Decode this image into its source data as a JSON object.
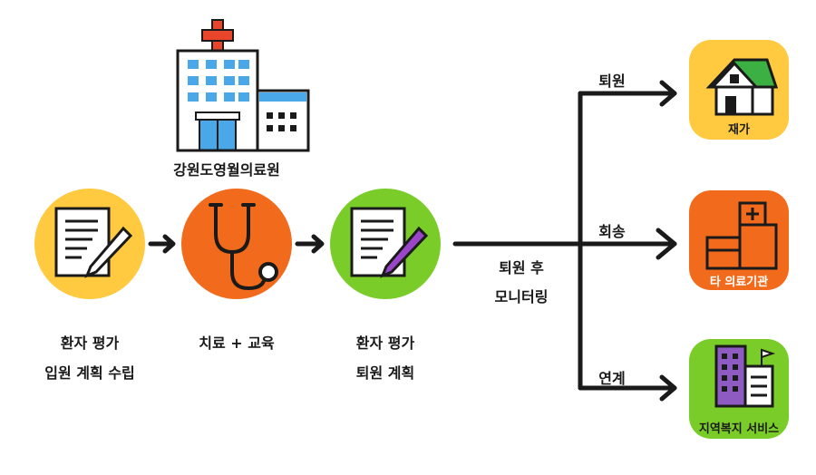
{
  "hospital": {
    "name": "강원도영월의료원"
  },
  "steps": [
    {
      "line1": "환자 평가",
      "line2": "입원 계획 수립",
      "color": "#FFC940",
      "icon": "document-pencil-icon"
    },
    {
      "line1": "치료 + 교육",
      "line2": "",
      "color": "#F26A1B",
      "icon": "stethoscope-icon"
    },
    {
      "line1": "환자 평가",
      "line2": "퇴원 계획",
      "color": "#7ACC29",
      "icon": "document-pencil-icon"
    }
  ],
  "monitoring": {
    "line1": "퇴원 후",
    "line2": "모니터링"
  },
  "branches": [
    {
      "label": "퇴원",
      "dest": "재가",
      "color": "#FFC940",
      "icon": "house-icon"
    },
    {
      "label": "회송",
      "dest": "타 의료기관",
      "color": "#F26A1B",
      "icon": "hospital-building-icon"
    },
    {
      "label": "연계",
      "dest": "지역복지 서비스",
      "color": "#7ACC29",
      "icon": "welfare-buildings-icon"
    }
  ],
  "colors": {
    "yellow": "#FFC940",
    "orange": "#F26A1B",
    "green": "#7ACC29",
    "dark": "#1a1a1a",
    "hospital_red": "#E8452A",
    "window_blue": "#4BA8E8"
  }
}
